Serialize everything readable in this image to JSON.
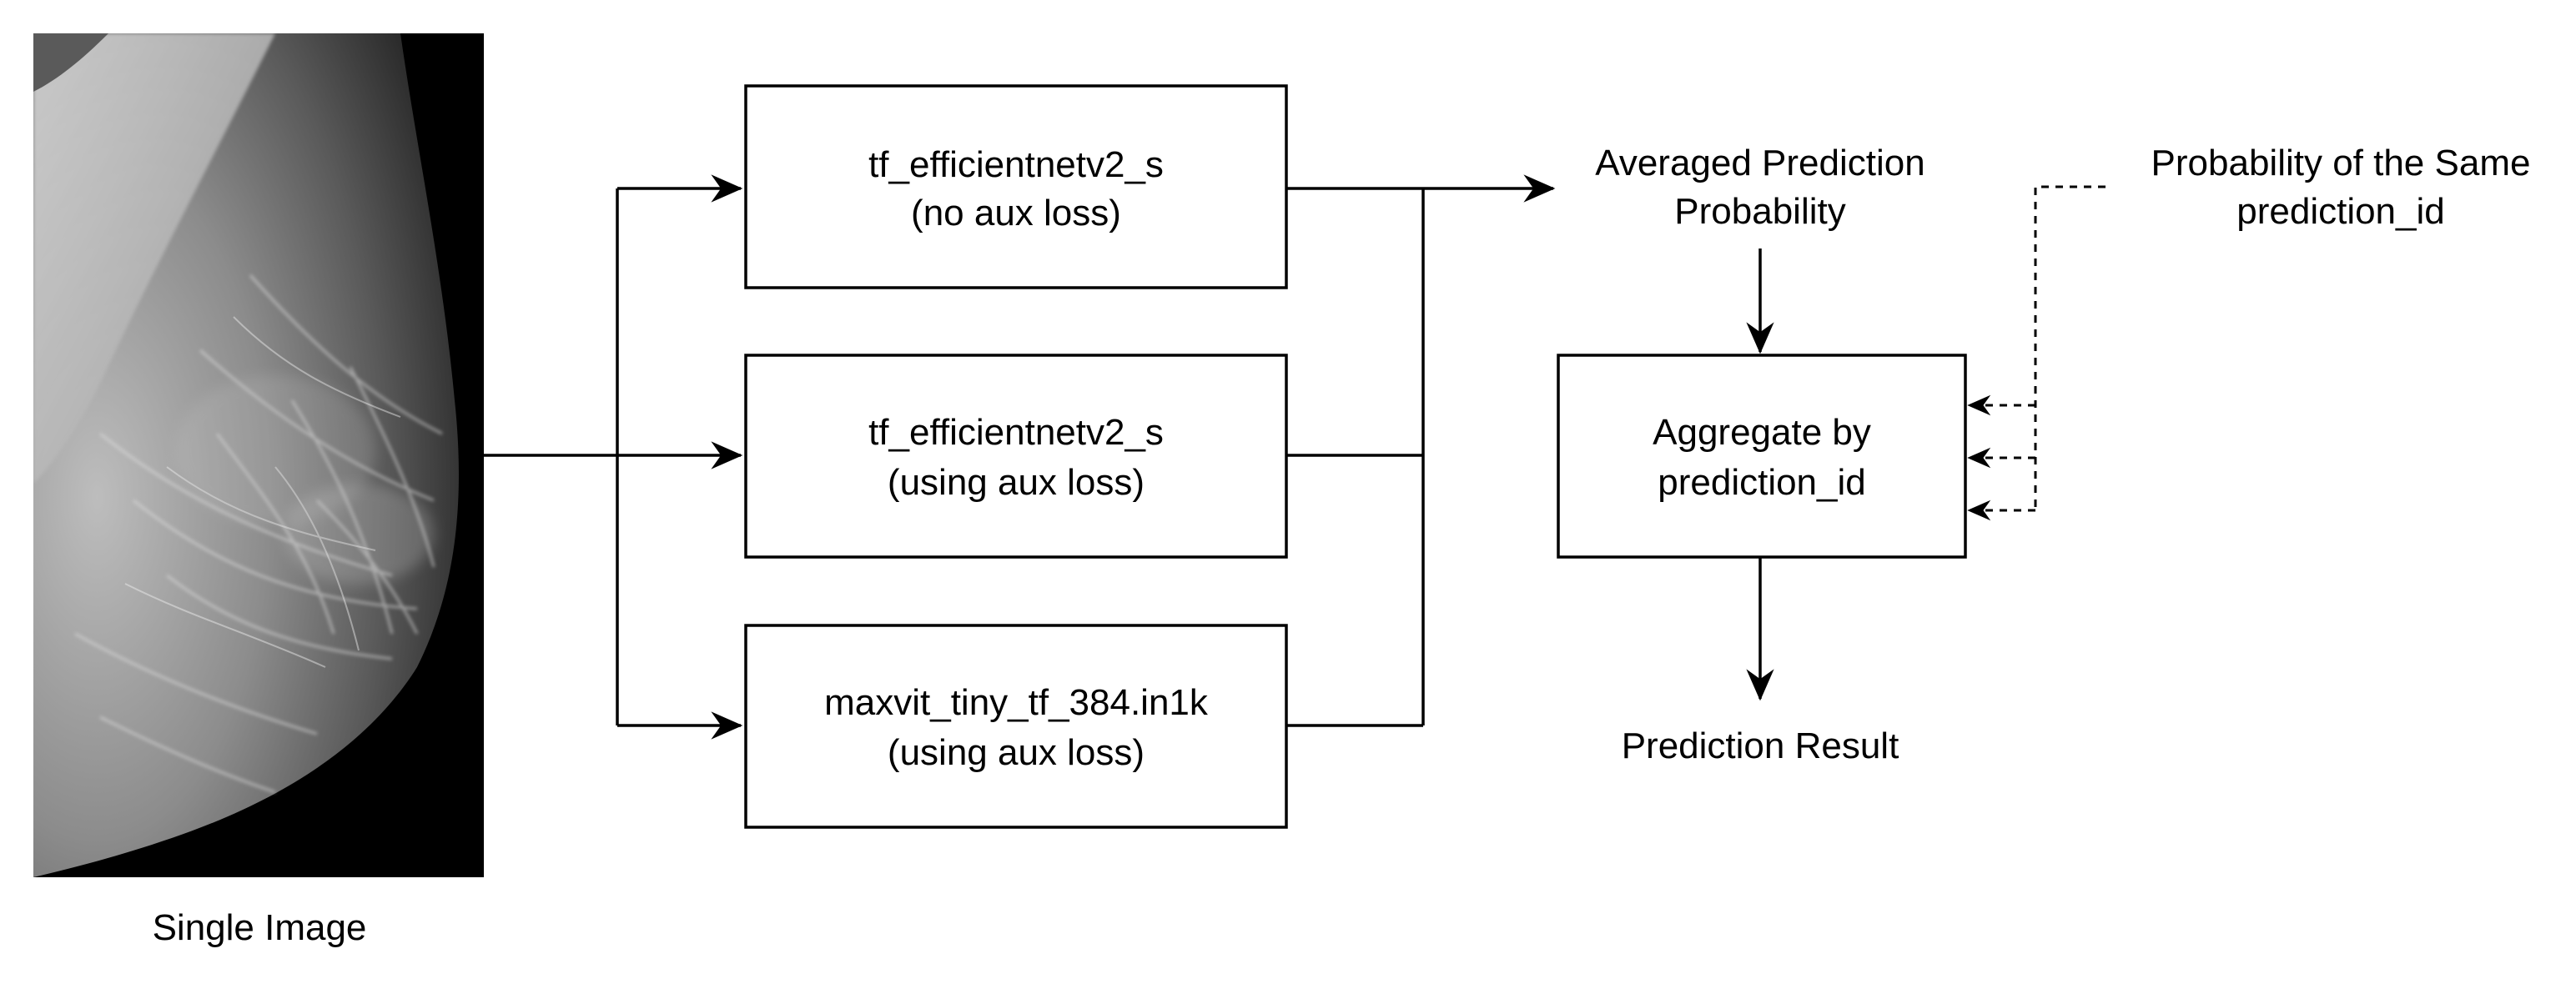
{
  "input": {
    "caption": "Single Image"
  },
  "models": [
    {
      "line1": "tf_efficientnetv2_s",
      "line2": "(no aux loss)"
    },
    {
      "line1": "tf_efficientnetv2_s",
      "line2": "(using aux loss)"
    },
    {
      "line1": "maxvit_tiny_tf_384.in1k",
      "line2": "(using aux loss)"
    }
  ],
  "averaged": {
    "line1": "Averaged Prediction",
    "line2": "Probability"
  },
  "aggregate": {
    "line1": "Aggregate by",
    "line2": "prediction_id"
  },
  "same_id": {
    "line1": "Probability of the Same",
    "line2": "prediction_id"
  },
  "result": {
    "label": "Prediction Result"
  },
  "colors": {
    "stroke": "#000000",
    "background": "#ffffff",
    "image_bg": "#000000"
  }
}
